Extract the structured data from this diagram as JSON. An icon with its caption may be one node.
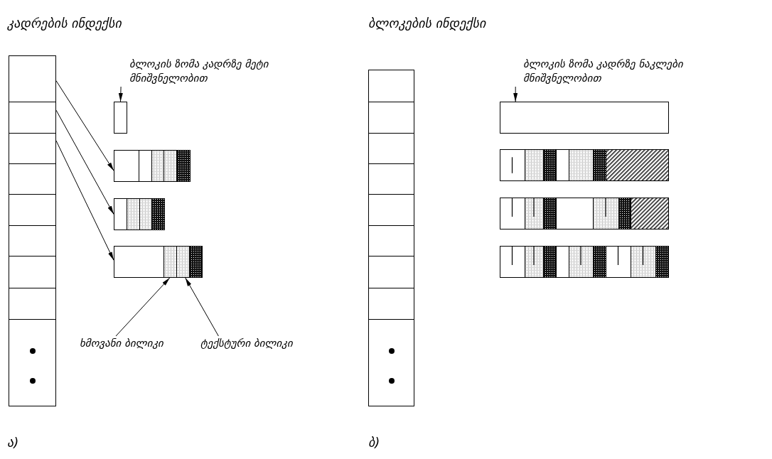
{
  "diagram": {
    "nodes": [
      {
        "text": [],
        "shape": "box"
      },
      {
        "text": [],
        "shape": "box"
      },
      {
        "text": [],
        "shape": "box"
      },
      {
        "text": [],
        "shape": "box"
      },
      {
        "text": [],
        "shape": "box"
      },
      {
        "text": [],
        "shape": "box"
      },
      {
        "text": [],
        "shape": "box"
      },
      {
        "text": [],
        "shape": "box"
      },
      {
        "text": [],
        "shape": "box"
      },
      {
        "text": [
          "ბლოკის ზომა კადრზე მეტი მნიშვნელობით"
        ]
      },
      {
        "text": [],
        "shape": "box"
      },
      {
        "text": [],
        "shape": "bar"
      },
      {
        "text": [],
        "shape": "bar"
      },
      {
        "text": [],
        "shape": "bar"
      },
      {
        "text": [
          "ხმოვანი ბილიკი"
        ]
      },
      {
        "text": [
          "ტექსტური ბილიკი"
        ]
      },
      {
        "text": [],
        "shape": "box"
      },
      {
        "text": [],
        "shape": "box"
      },
      {
        "text": [],
        "shape": "box"
      },
      {
        "text": [],
        "shape": "box"
      },
      {
        "text": [],
        "shape": "box"
      },
      {
        "text": [],
        "shape": "box"
      },
      {
        "text": [],
        "shape": "box"
      },
      {
        "text": [],
        "shape": "box"
      },
      {
        "text": [],
        "shape": "box"
      },
      {
        "text": [
          "ბლოკის ზომა კადრზე ნაკლები მნიშვნელობით"
        ]
      },
      {
        "text": [],
        "shape": "box"
      },
      {
        "text": [],
        "shape": "bar"
      },
      {
        "text": [],
        "shape": "bar"
      },
      {
        "text": [],
        "shape": "bar"
      }
    ],
    "edges": [
      {
        "from": 0,
        "to": 11,
        "arrow": "to"
      },
      {
        "from": 1,
        "to": 12,
        "arrow": "to"
      },
      {
        "from": 2,
        "to": 13,
        "arrow": "to"
      },
      {
        "from": 9,
        "to": 10,
        "arrow": "to"
      },
      {
        "from": 14,
        "to": 13,
        "arrow": "to"
      },
      {
        "from": 15,
        "to": 13,
        "arrow": "to"
      },
      {
        "from": 25,
        "to": 26,
        "arrow": "to"
      }
    ],
    "labels": [
      "კადრების ინდექსი",
      "ბლოკების ინდექსი",
      "ა)",
      "ბ)"
    ]
  }
}
